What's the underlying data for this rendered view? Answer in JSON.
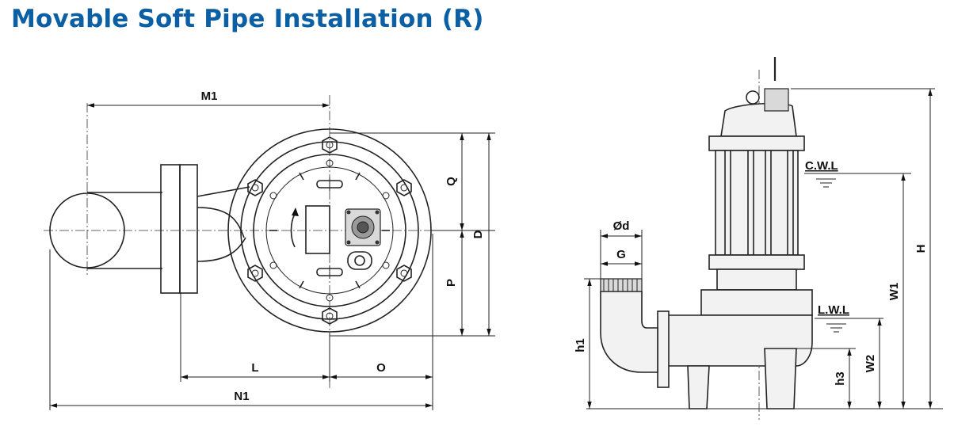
{
  "title": "Movable Soft Pipe Installation (R)",
  "labels": {
    "M1": "M1",
    "Q": "Q",
    "D": "D",
    "P": "P",
    "L": "L",
    "O": "O",
    "N1": "N1",
    "Od": "Ød",
    "G": "G",
    "CWL": "C.W.L",
    "LWL": "L.W.L",
    "H": "H",
    "W1": "W1",
    "W2": "W2",
    "h1": "h1",
    "h3": "h3"
  },
  "icons": {
    "rotation": "rotation-arrow-icon"
  }
}
